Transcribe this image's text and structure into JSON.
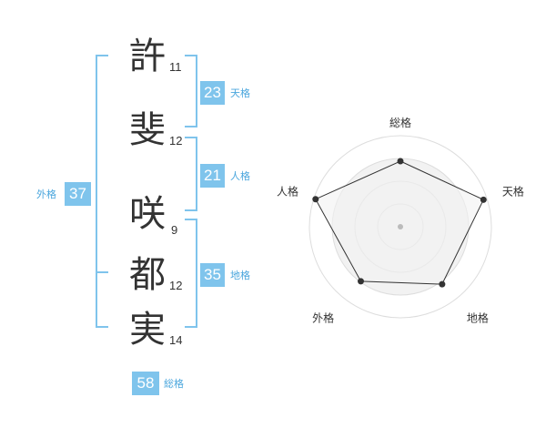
{
  "name": {
    "characters": [
      {
        "char": "許",
        "strokes": "11"
      },
      {
        "char": "斐",
        "strokes": "12"
      },
      {
        "char": "咲",
        "strokes": "9"
      },
      {
        "char": "都",
        "strokes": "12"
      },
      {
        "char": "実",
        "strokes": "14"
      }
    ]
  },
  "kakusu": {
    "tenkaku": {
      "value": "23",
      "label": "天格"
    },
    "jinkaku": {
      "value": "21",
      "label": "人格"
    },
    "chikaku": {
      "value": "35",
      "label": "地格"
    },
    "gaikaku": {
      "value": "37",
      "label": "外格"
    },
    "soukaku": {
      "value": "58",
      "label": "総格"
    }
  },
  "colors": {
    "accent": "#7fc4ec",
    "accent_text": "#4aa6dd",
    "text": "#333333",
    "radar_fill": "#f2f2f2",
    "radar_ring": "#dddddd"
  },
  "chart_data": {
    "type": "radar",
    "axes": [
      "総格",
      "天格",
      "地格",
      "外格",
      "人格"
    ],
    "values": [
      0.72,
      0.96,
      0.78,
      0.74,
      0.98
    ],
    "max": 1,
    "rings": 4,
    "grid": true
  }
}
